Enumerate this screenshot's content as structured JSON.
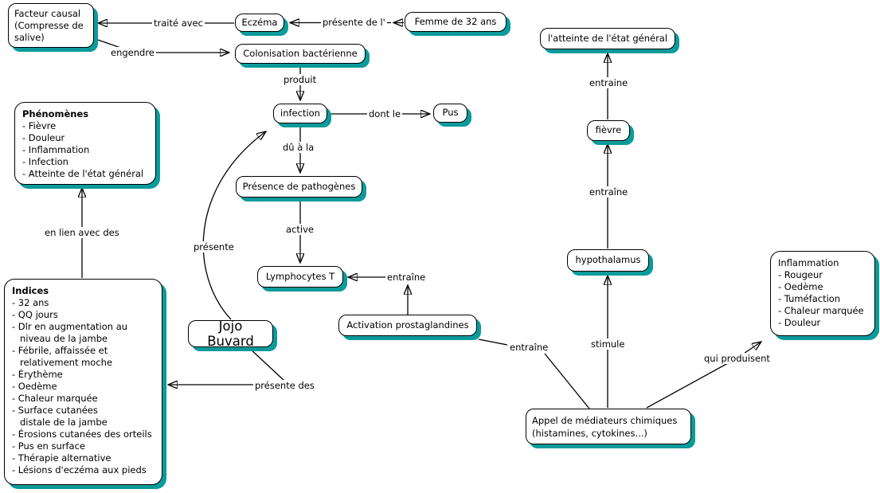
{
  "diagram": {
    "nodes": {
      "femme": "Femme de 32 ans",
      "eczema": "Eczéma",
      "facteur_causal": "Facteur causal (Compresse de salive)",
      "colonisation": "Colonisation bactérienne",
      "infection": "infection",
      "pus": "Pus",
      "presence_pathogenes": "Présence de pathogènes",
      "lymphocytes_t": "Lymphocytes T",
      "jojo_buvard": "Jojo Buvard",
      "activation_prostaglandines": "Activation prostaglandines",
      "atteinte_etat_general": "l'atteinte de l'état général",
      "fievre": "fièvre",
      "hypothalamus": "hypothalamus",
      "appel_mediateurs": "Appel de médiateurs chimiques (histamines, cytokines...)",
      "phenomenes": {
        "title": "Phénomènes",
        "lines": [
          "- Fièvre",
          "- Douleur",
          "- Inflammation",
          "- Infection",
          "- Atteinte de l'état général"
        ]
      },
      "indices": {
        "title": "Indices",
        "lines": [
          "- 32 ans",
          "- QQ jours",
          "- Dlr en augmentation au",
          "niveau de la jambe",
          "- Fébrile, affaissée et",
          "relativement moche",
          "- Érythème",
          "- Oedème",
          "- Chaleur marquée",
          "- Surface cutanées",
          "distale de la jambe",
          "- Érosions cutanées des orteils",
          "- Pus en surface",
          "- Thérapie alternative",
          "- Lésions d'eczéma aux pieds"
        ]
      },
      "inflammation": {
        "title": "Inflammation",
        "lines": [
          "- Rougeur",
          "- Oedème",
          "- Tuméfaction",
          "- Chaleur marquée",
          "- Douleur"
        ]
      }
    },
    "link_labels": {
      "traite_avec": "traité avec",
      "presente_de_l": "présente de l'",
      "engendre": "engendre",
      "produit": "produit",
      "dont_le": "dont le",
      "du_a_la": "dû à la",
      "active": "active",
      "entraine_lymphocytes": "entraîne",
      "presente": "présente",
      "presente_des": "présente des",
      "en_lien_avec_des": "en lien avec des",
      "entraine_atteinte": "entraine",
      "entraine_fievre": "entraîne",
      "stimule": "stimule",
      "qui_produisent": "qui produisent",
      "entraine_activation": "entraîne"
    },
    "colors": {
      "node_shadow": "#0b9b9b",
      "node_border": "#000000",
      "canvas_background": "#ffffff",
      "text": "#000000"
    }
  }
}
